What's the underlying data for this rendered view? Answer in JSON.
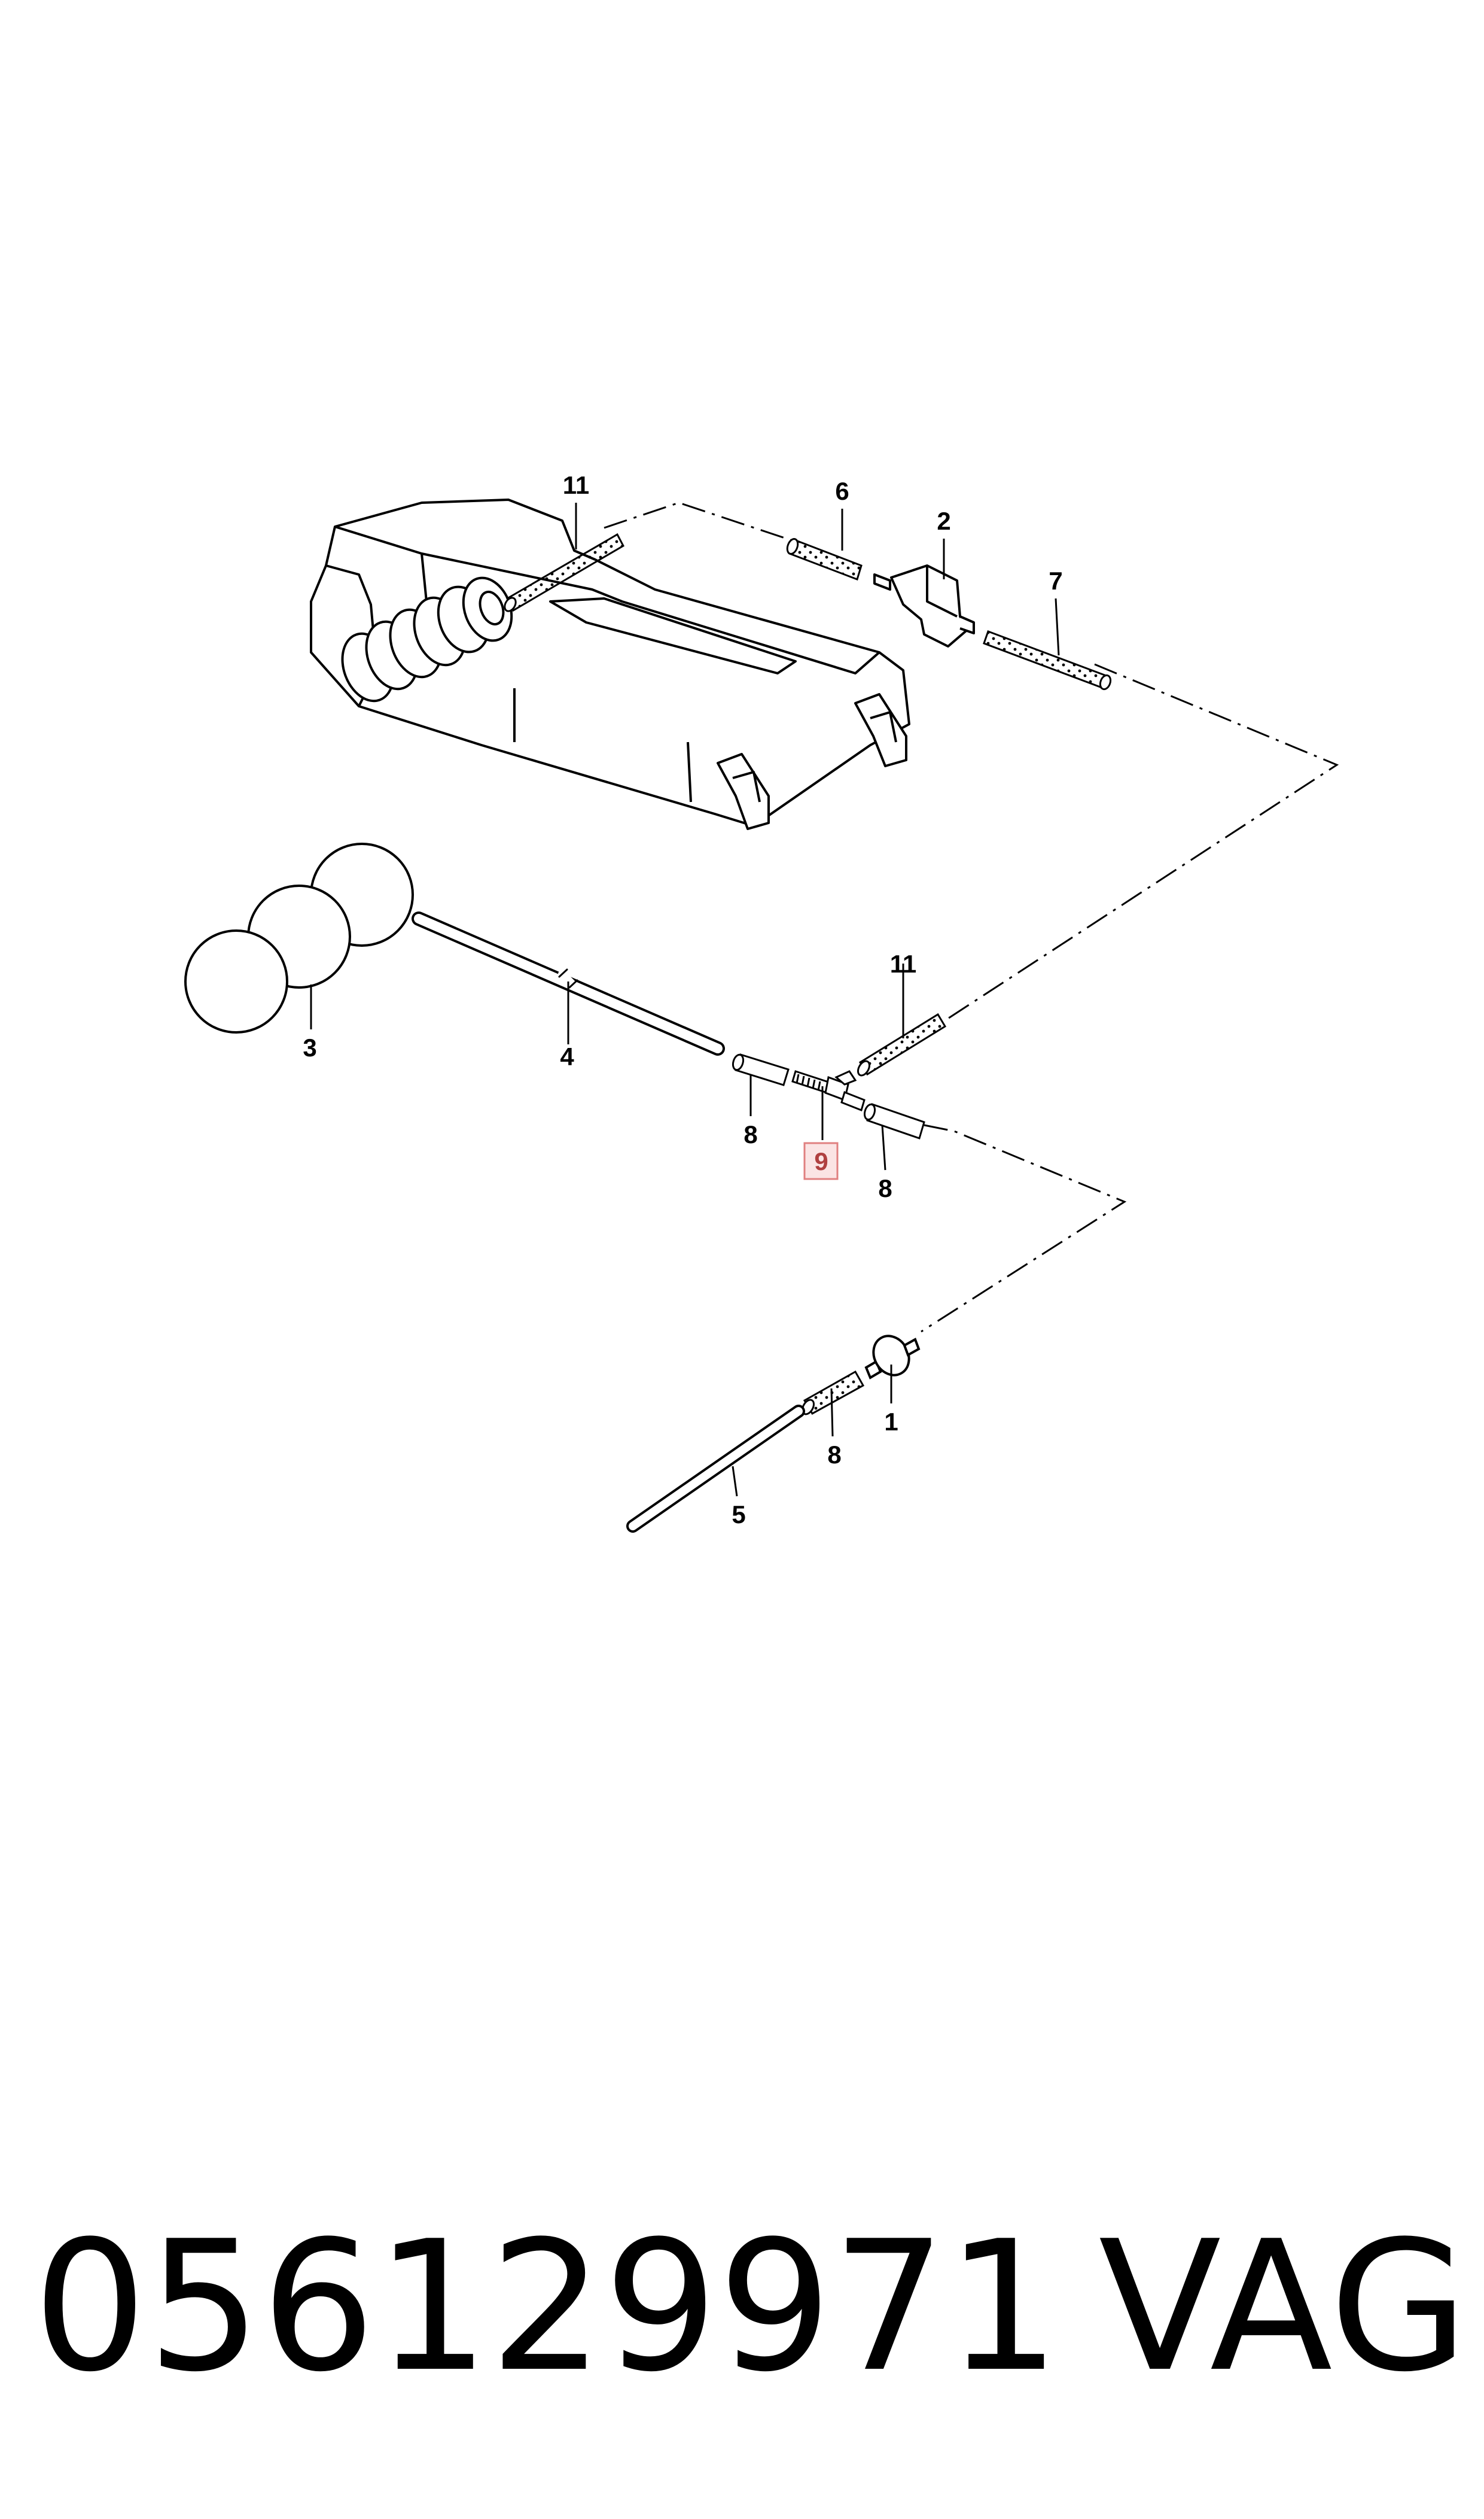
{
  "callouts": {
    "c1": "1",
    "c2": "2",
    "c3": "3",
    "c4": "4",
    "c5": "5",
    "c6": "6",
    "c7": "7",
    "c8a": "8",
    "c8b": "8",
    "c8c": "8",
    "c9": "9",
    "c11a": "11",
    "c11b": "11"
  },
  "highlighted_callout": "9",
  "footer": {
    "part_number": "056129971",
    "brand": "VAG"
  },
  "colors": {
    "line": "#000000",
    "highlight_fill": "#fbe4e4",
    "highlight_border": "#e08080"
  }
}
